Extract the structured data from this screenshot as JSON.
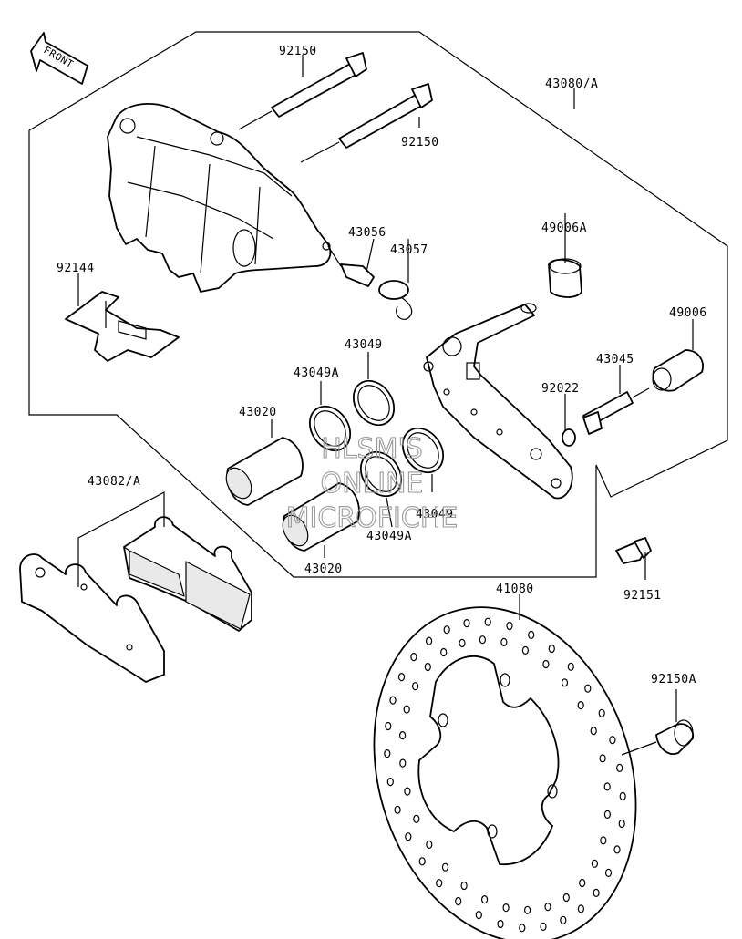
{
  "front_arrow_text": "FRONT",
  "watermark": {
    "line1": "HLSM'S",
    "line2": "ONLINE",
    "line3": "MICROFICHE"
  },
  "labels": {
    "p92150_a": "92150",
    "p92150_b": "92150",
    "p43080": "43080/A",
    "p43056": "43056",
    "p43057": "43057",
    "p49006A": "49006A",
    "p92144": "92144",
    "p49006": "49006",
    "p43049_top": "43049",
    "p43049A_top": "43049A",
    "p43045": "43045",
    "p43020_top": "43020",
    "p92022": "92022",
    "p43082": "43082/A",
    "p43049_bot": "43049",
    "p43049A_bot": "43049A",
    "p43020_bot": "43020",
    "p41080": "41080",
    "p92151": "92151",
    "p92150A": "92150A"
  }
}
